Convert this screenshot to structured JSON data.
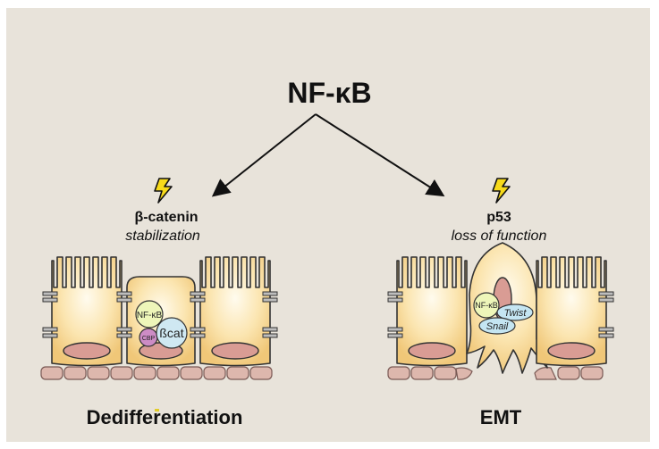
{
  "title": "NF-κB",
  "left": {
    "gene": "β-catenin",
    "process": "stabilization",
    "result": "Dedifferentiation",
    "bubbles": {
      "nfkb": "NF-κB",
      "cbp": "CBP",
      "bcat": "ßcat"
    }
  },
  "right": {
    "gene": "p53",
    "process": "loss of function",
    "result": "EMT",
    "bubbles": {
      "nfkb": "NF-κB",
      "twist": "Twist",
      "snail": "Snail"
    }
  },
  "colors": {
    "background": "#e8e3da",
    "cell_fill": "#f5d58e",
    "cell_stroke": "#333333",
    "nucleus": "#d99c94",
    "basement": "#ddb7ad",
    "lightning": "#f7da1a",
    "nfkb_bubble": "#eef6b9",
    "cbp_bubble": "#cd8cc5",
    "bcat_bubble": "#cfe8f2",
    "twist_bubble": "#c4e5f2"
  },
  "icons": [
    "lightning-bolt-icon",
    "lightning-bolt-icon"
  ]
}
